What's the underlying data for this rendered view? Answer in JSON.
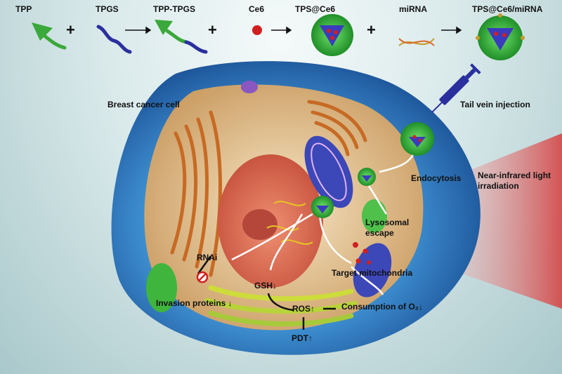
{
  "top_row": {
    "tpp": "TPP",
    "tpgs": "TPGS",
    "tpp_tpgs": "TPP-TPGS",
    "ce6": "Ce6",
    "tps_ce6": "TPS@Ce6",
    "mirna": "miRNA",
    "tps_ce6_mirna": "TPS@Ce6/miRNA",
    "plus": "+"
  },
  "labels": {
    "tail_vein": "Tail vein injection",
    "breast_cancer_cell": "Breast cancer cell",
    "endocytosis": "Endocytosis",
    "nir": "Near-infrared light irradiation",
    "lysosomal_escape": "Lysosomal escape",
    "rnai": "RNAi",
    "target_mito": "Target mitochondria",
    "gsh": "GSH↓",
    "invasion": "Invasion proteins ↓",
    "ros": "ROS↑",
    "consumption": "Consumption of O₂↓",
    "pdt": "PDT↑"
  },
  "colors": {
    "nanoparticle": "#3fbf3a",
    "core": "#3b3bbd",
    "ce6": "#d11f1f",
    "tpgs": "#2a2f9e",
    "tpp": "#3aa83a",
    "nir": "#d64545",
    "cell": "#3b7fc4"
  }
}
